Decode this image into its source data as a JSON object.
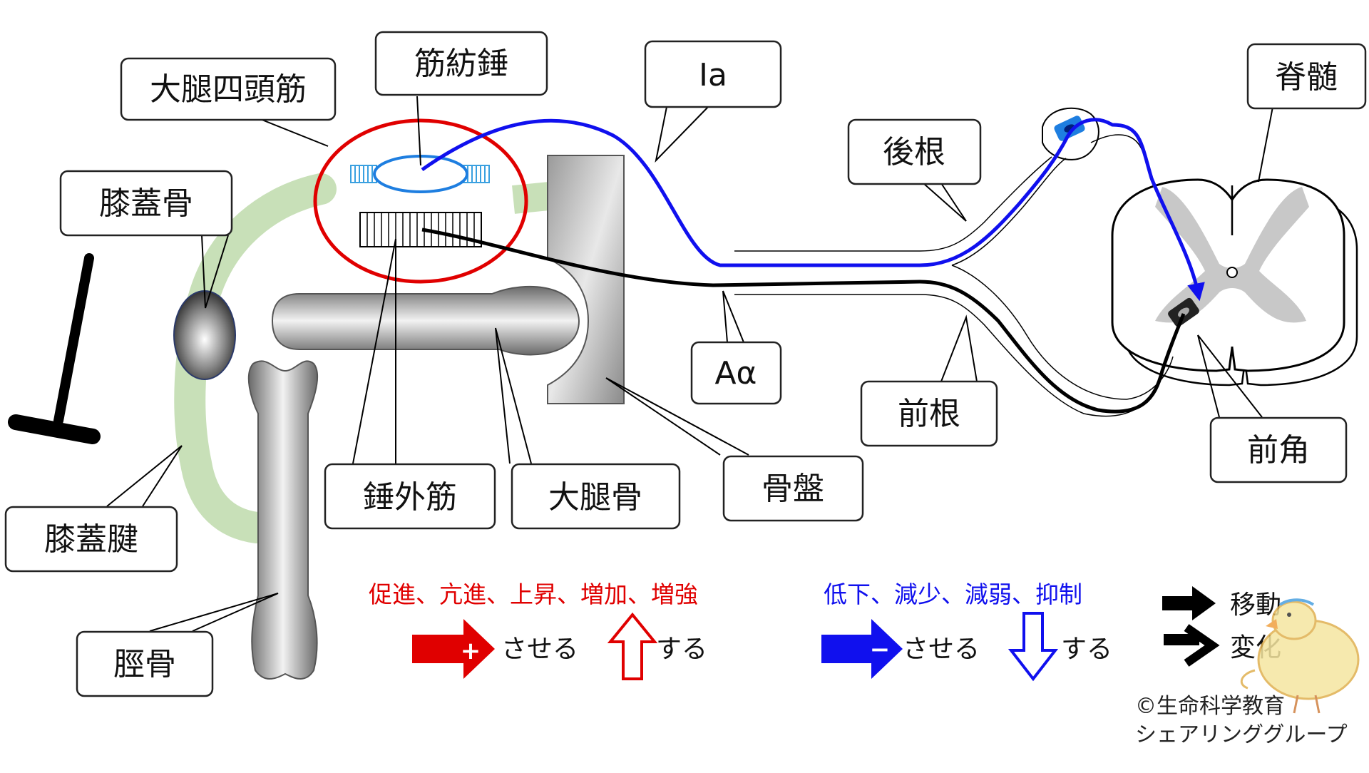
{
  "labels": {
    "quadriceps": "大腿四頭筋",
    "muscle_spindle": "筋紡錘",
    "ia": "Ia",
    "spinal_cord": "脊髄",
    "dorsal_root": "後根",
    "patella": "膝蓋骨",
    "a_alpha": "Aα",
    "ventral_root": "前根",
    "anterior_horn": "前角",
    "extrafusal_fiber": "錘外筋",
    "femur": "大腿骨",
    "pelvis": "骨盤",
    "patellar_tendon": "膝蓋腱",
    "tibia": "脛骨"
  },
  "legend": {
    "red_heading": "促進、亢進、上昇、増加、増強",
    "red_arrow_sign": "+",
    "red_arrow_text": "させる",
    "red_up_text": "する",
    "blue_heading": "低下、減少、減弱、抑制",
    "blue_arrow_sign": "−",
    "blue_arrow_text": "させる",
    "blue_down_text": "する",
    "move_text": "移動",
    "change_text": "変化"
  },
  "credit": {
    "line1": "©生命科学教育",
    "line2": "シェアリンググループ"
  },
  "colors": {
    "ia_fiber": "#1010ee",
    "a_alpha_fiber": "#000000",
    "quadriceps_outline": "#e00000",
    "tendon": "#c8e0b8",
    "gray_matter": "#c8c8c8",
    "spindle_hatch": "#3aa0e0"
  },
  "icons": [
    "reflex-hammer-icon",
    "chick-mascot-icon"
  ]
}
